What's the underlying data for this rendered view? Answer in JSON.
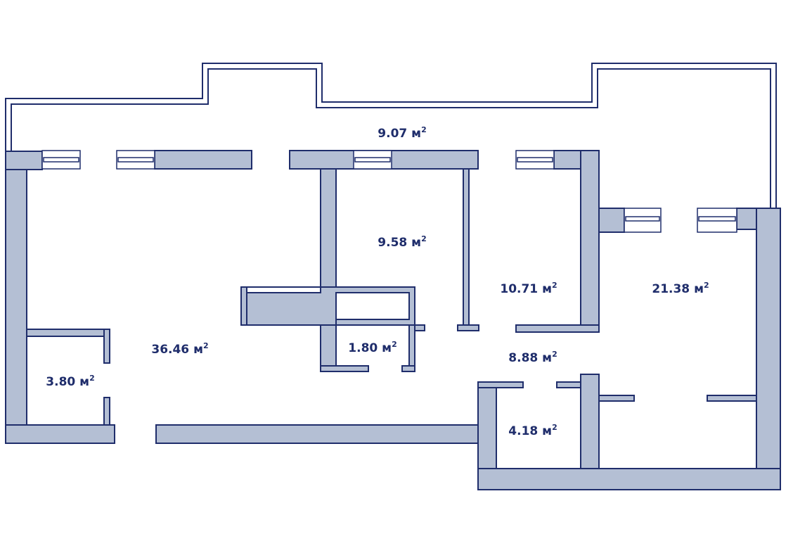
{
  "plan": {
    "unit": "м",
    "unit_power": "2",
    "rooms": [
      {
        "id": "balcony",
        "area": "9.07"
      },
      {
        "id": "living-room",
        "area": "36.46"
      },
      {
        "id": "storage",
        "area": "3.80"
      },
      {
        "id": "bedroom-1",
        "area": "9.58"
      },
      {
        "id": "wc",
        "area": "1.80"
      },
      {
        "id": "bedroom-2",
        "area": "10.71"
      },
      {
        "id": "bedroom-3",
        "area": "21.38"
      },
      {
        "id": "hall",
        "area": "8.88"
      },
      {
        "id": "bathroom",
        "area": "4.18"
      }
    ]
  },
  "colors": {
    "wall_fill": "#b4bfd4",
    "line": "#1f2d6b",
    "background": "#ffffff"
  }
}
